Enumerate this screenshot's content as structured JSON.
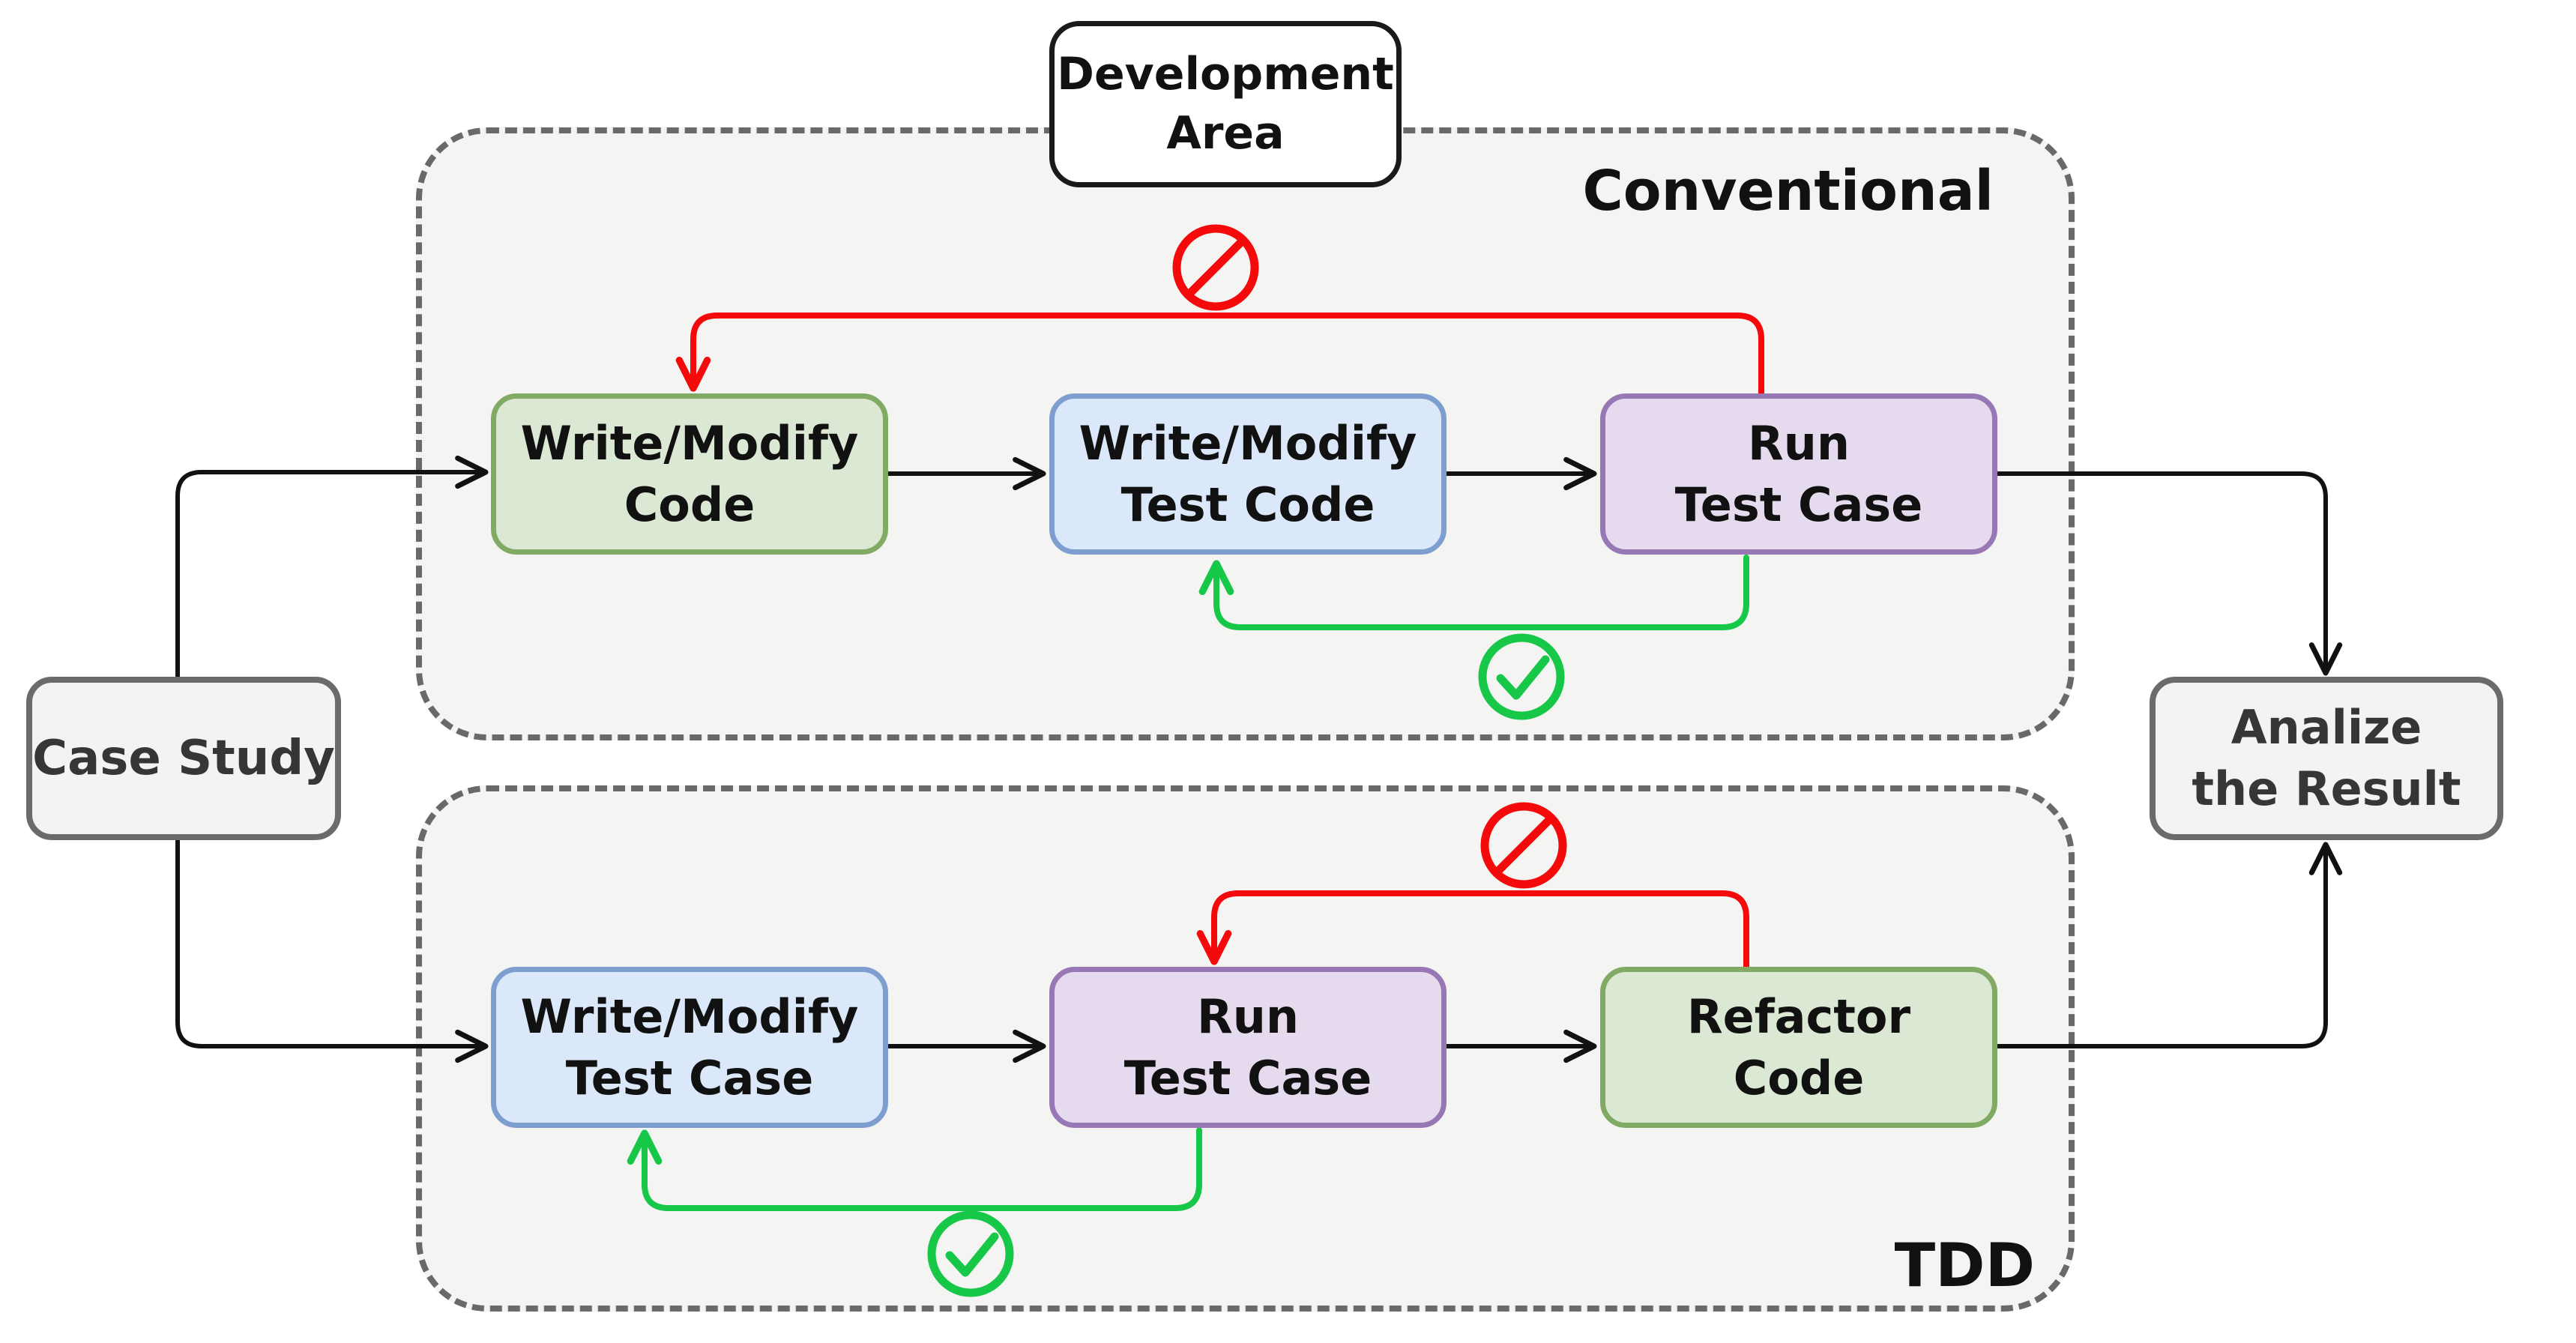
{
  "colors": {
    "background": "#ffffff",
    "container_fill": "#f4f4f3",
    "container_border": "#696969",
    "green_fill": "#dbe8d3",
    "green_border": "#81aa64",
    "blue_fill": "#dbe8f9",
    "blue_border": "#7f9ed0",
    "purple_fill": "#e6dbee",
    "purple_border": "#9877b5",
    "gray_fill": "#f3f3f3",
    "gray_border": "#6b6b6b",
    "white_fill": "#ffffff",
    "black_border": "#1a1a1a",
    "arrow_black": "#111111",
    "arrow_red": "#f40a0a",
    "arrow_green": "#16c748",
    "text_dark": "#111111",
    "text_gray": "#363636"
  },
  "title_box": {
    "label": "Development\nArea"
  },
  "case_study": {
    "label": "Case Study"
  },
  "analyze_result": {
    "label": "Analize\nthe Result"
  },
  "conventional": {
    "label": "Conventional",
    "nodes": [
      {
        "text": "Write/Modify\nCode",
        "color": "green"
      },
      {
        "text": "Write/Modify\nTest Code",
        "color": "blue"
      },
      {
        "text": "Run\nTest Case",
        "color": "purple"
      }
    ],
    "fail_icon": "no-entry",
    "pass_icon": "check-circle"
  },
  "tdd": {
    "label": "TDD",
    "nodes": [
      {
        "text": "Write/Modify\nTest Case",
        "color": "blue"
      },
      {
        "text": "Run\nTest Case",
        "color": "purple"
      },
      {
        "text": "Refactor\nCode",
        "color": "green"
      }
    ],
    "fail_icon": "no-entry",
    "pass_icon": "check-circle"
  }
}
